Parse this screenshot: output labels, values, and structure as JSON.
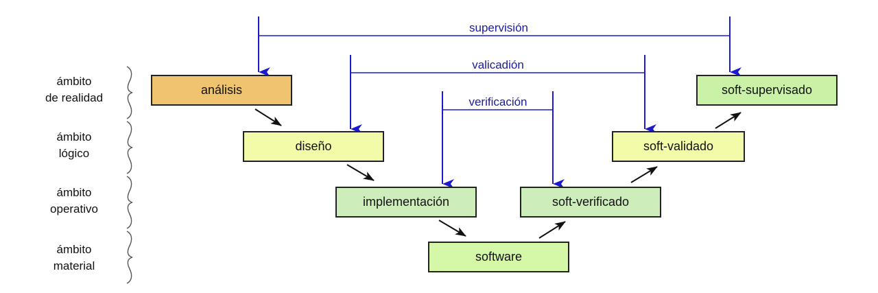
{
  "levels": [
    {
      "line1": "ámbito",
      "line2": "de realidad"
    },
    {
      "line1": "ámbito",
      "line2": "lógico"
    },
    {
      "line1": "ámbito",
      "line2": "operativo"
    },
    {
      "line1": "ámbito",
      "line2": "material"
    }
  ],
  "boxes": {
    "analisis": {
      "label": "análisis",
      "color": "#f0c36e"
    },
    "diseno": {
      "label": "diseño",
      "color": "#f4fba8"
    },
    "implementacion": {
      "label": "implementación",
      "color": "#cdedbb"
    },
    "software": {
      "label": "software",
      "color": "#d4f7a8"
    },
    "soft_verificado": {
      "label": "soft-verificado",
      "color": "#cdedbb"
    },
    "soft_validado": {
      "label": "soft-validado",
      "color": "#f4fba8"
    },
    "soft_supervisado": {
      "label": "soft-supervisado",
      "color": "#c9f2a6"
    }
  },
  "checks": {
    "supervision": "supervisión",
    "validacion": "valicadión",
    "verificacion": "verificación"
  },
  "colors": {
    "check_arrow": "#1a1acc",
    "flow_arrow": "#111111",
    "brace": "#555555"
  }
}
